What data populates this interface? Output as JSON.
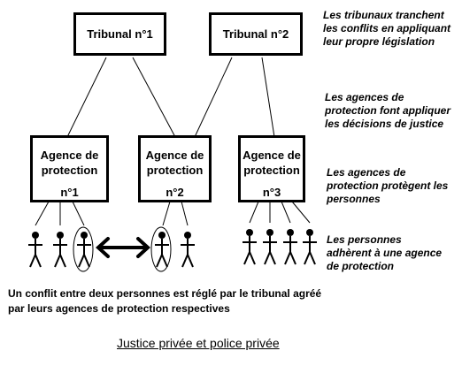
{
  "tribunals": [
    {
      "label": "Tribunal n°1"
    },
    {
      "label": "Tribunal n°2"
    }
  ],
  "agencies": [
    {
      "label": "Agence de protection",
      "number": "n°1"
    },
    {
      "label": "Agence de protection",
      "number": "n°2"
    },
    {
      "label": "Agence de protection",
      "number": "n°3"
    }
  ],
  "notes": [
    "Les tribunaux tranchent les conflits en appliquant leur propre législation",
    "Les agences de protection font appliquer les décisions de justice",
    "Les agences de protection protègent les personnes",
    "Les personnes adhèrent à une agence de protection"
  ],
  "caption": "Un conflit entre deux personnes est réglé par le tribunal agréé par leurs agences de protection respectives",
  "title": "Justice privée et police privée",
  "colors": {
    "ink": "#000000",
    "background": "#ffffff"
  }
}
